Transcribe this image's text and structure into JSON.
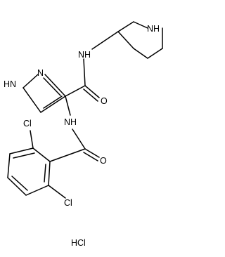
{
  "molecule": {
    "atoms": {
      "nh_piperidine": "NH",
      "nh_amide1": "NH",
      "o_amide1": "O",
      "nh_pyrazole": "HN",
      "n_pyrazole": "N",
      "nh_amide2": "NH",
      "o_amide2": "O",
      "cl_top": "Cl",
      "cl_bottom": "Cl"
    },
    "salt": "HCl"
  }
}
